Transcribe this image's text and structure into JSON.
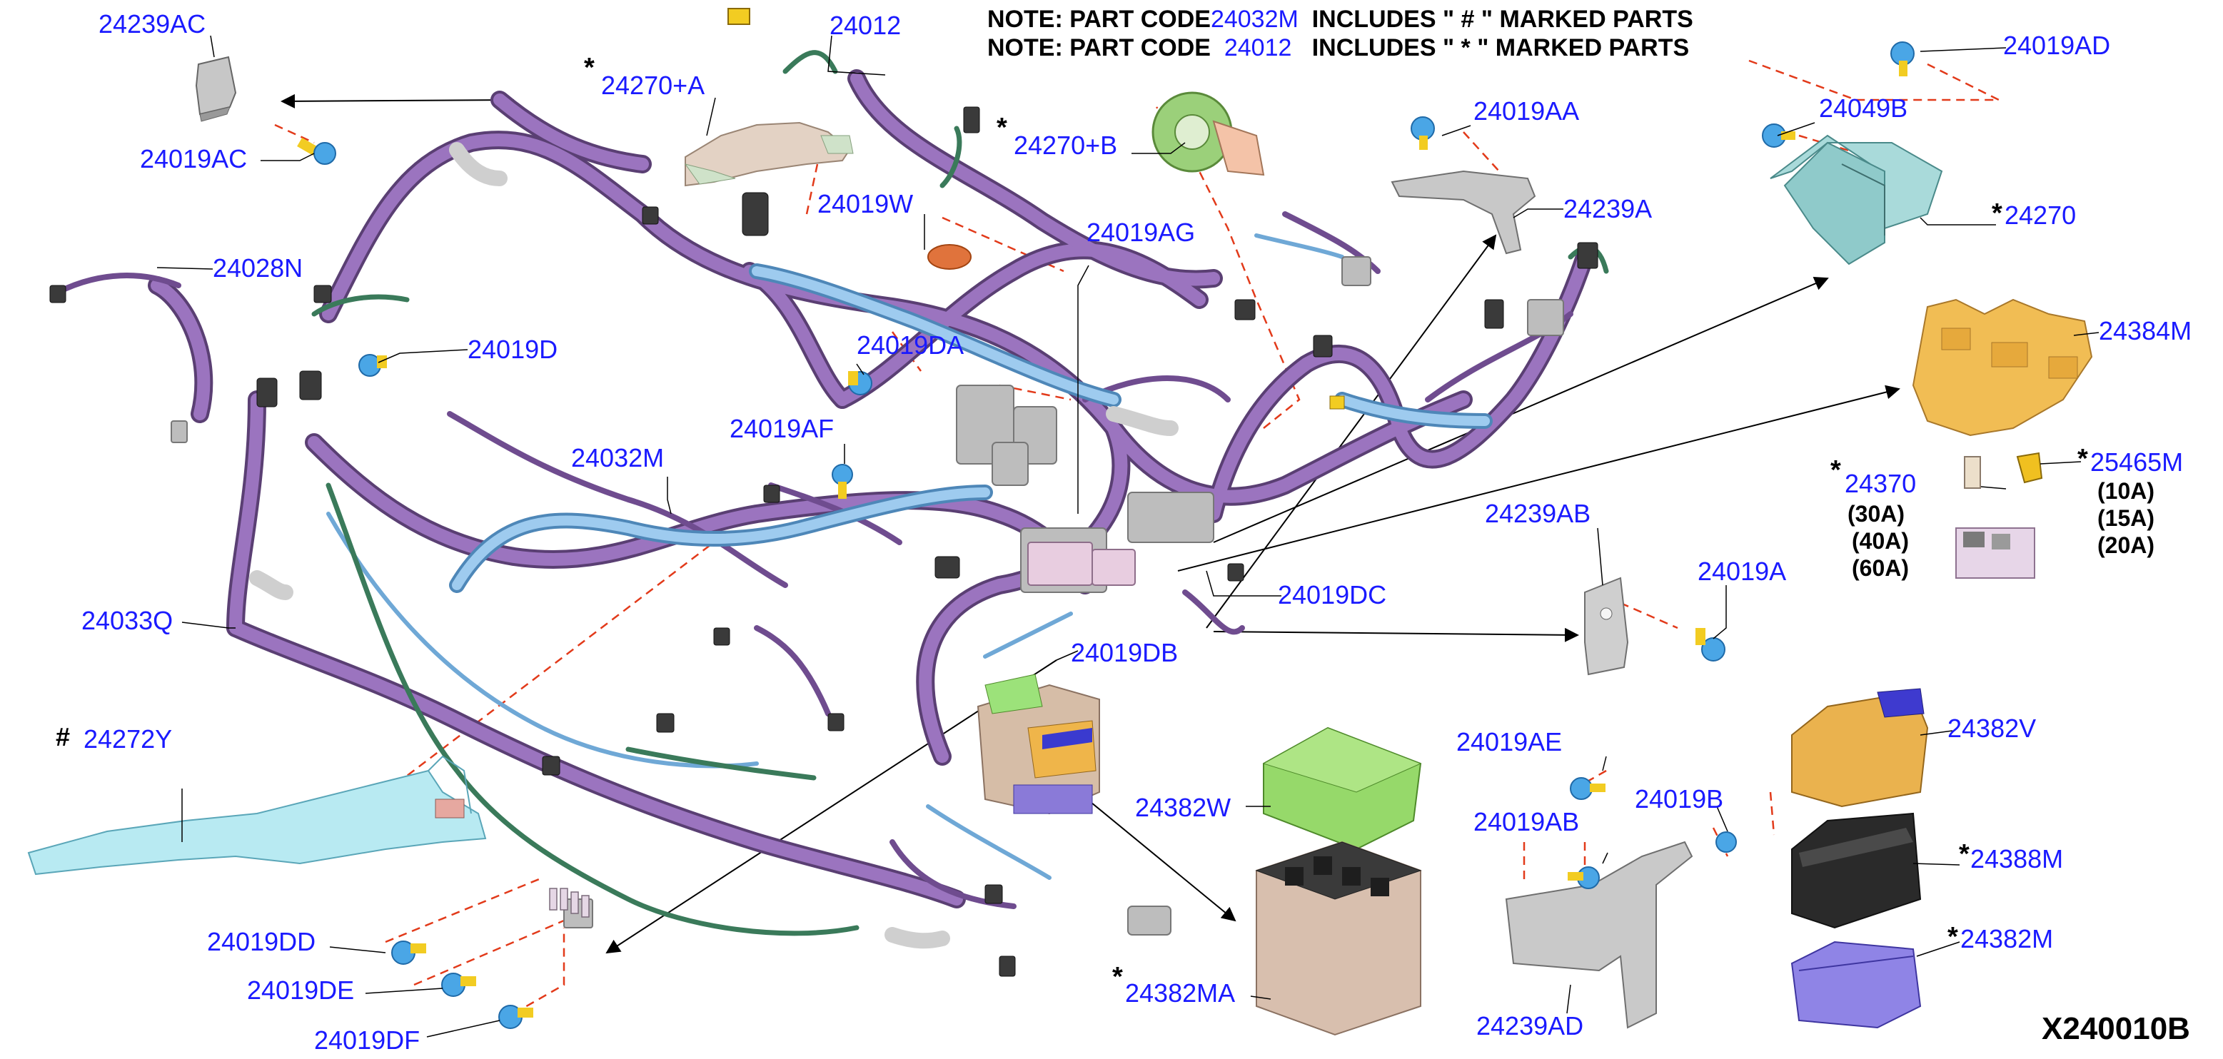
{
  "notes": [
    {
      "prefix": "NOTE: PART CODE",
      "code": "24032M",
      "suffix": "INCLUDES \" # \" MARKED PARTS"
    },
    {
      "prefix": "NOTE: PART CODE",
      "code": "24012",
      "suffix": "INCLUDES \" * \" MARKED PARTS"
    }
  ],
  "diagram_id": "X240010B",
  "part_labels": {
    "p24239AC": "24239AC",
    "p24019AC": "24019AC",
    "p24012": "24012",
    "p24270A": "24270+A",
    "p24270B": "24270+B",
    "p24019W": "24019W",
    "p24019AG": "24019AG",
    "p24019AA": "24019AA",
    "p24239A": "24239A",
    "p24019AD": "24019AD",
    "p24049B": "24049B",
    "p24270": "24270",
    "p24028N": "24028N",
    "p24019D": "24019D",
    "p24019DA": "24019DA",
    "p24384M": "24384M",
    "p24019AF": "24019AF",
    "p24032M": "24032M",
    "p24370": "24370",
    "p25465M": "25465M",
    "p24239AB": "24239AB",
    "p24019A": "24019A",
    "p24033Q": "24033Q",
    "p24019DC": "24019DC",
    "p24019DB": "24019DB",
    "p24272Y": "24272Y",
    "p24382W": "24382W",
    "p24019AE": "24019AE",
    "p24019AB": "24019AB",
    "p24019B": "24019B",
    "p24382V": "24382V",
    "p24388M": "24388M",
    "p24382M": "24382M",
    "p24382MA": "24382MA",
    "p24239AD": "24239AD",
    "p24019DD": "24019DD",
    "p24019DE": "24019DE",
    "p24019DF": "24019DF"
  },
  "amperage_24370": [
    "(30A)",
    "(40A)",
    "(60A)"
  ],
  "amperage_25465M": [
    "(10A)",
    "(15A)",
    "(20A)"
  ],
  "markers": {
    "star": "*",
    "hash": "#"
  },
  "colors": {
    "label_blue": "#1a1aff",
    "harness_purple": "#8a62a8",
    "harness_blue": "#7fb4dc",
    "harness_green": "#4a8a6a",
    "dashed_red": "#e23a1a",
    "bolt_blue": "#4aa6e6",
    "bolt_yellow": "#f2cc22"
  }
}
